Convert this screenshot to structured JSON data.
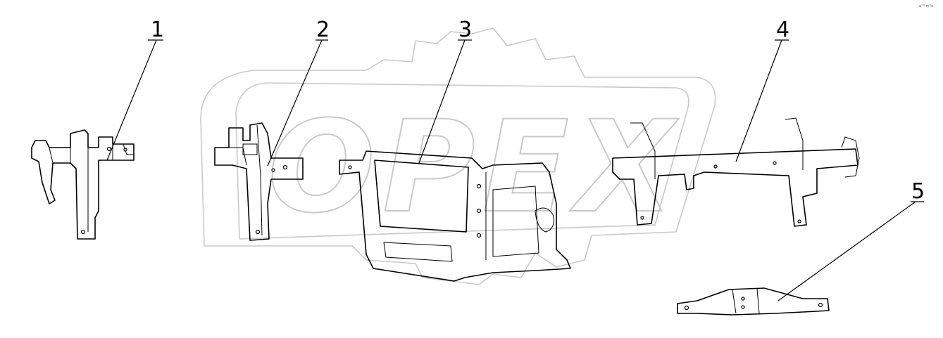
{
  "watermark": {
    "text": "OPEX",
    "color": "#c9c9c9"
  },
  "corner_mark": "a°° m°e",
  "callouts": [
    {
      "id": "1",
      "label": "1"
    },
    {
      "id": "2",
      "label": "2"
    },
    {
      "id": "3",
      "label": "3"
    },
    {
      "id": "4",
      "label": "4"
    },
    {
      "id": "5",
      "label": "5"
    }
  ],
  "colors": {
    "line": "#000000",
    "background": "#ffffff"
  }
}
